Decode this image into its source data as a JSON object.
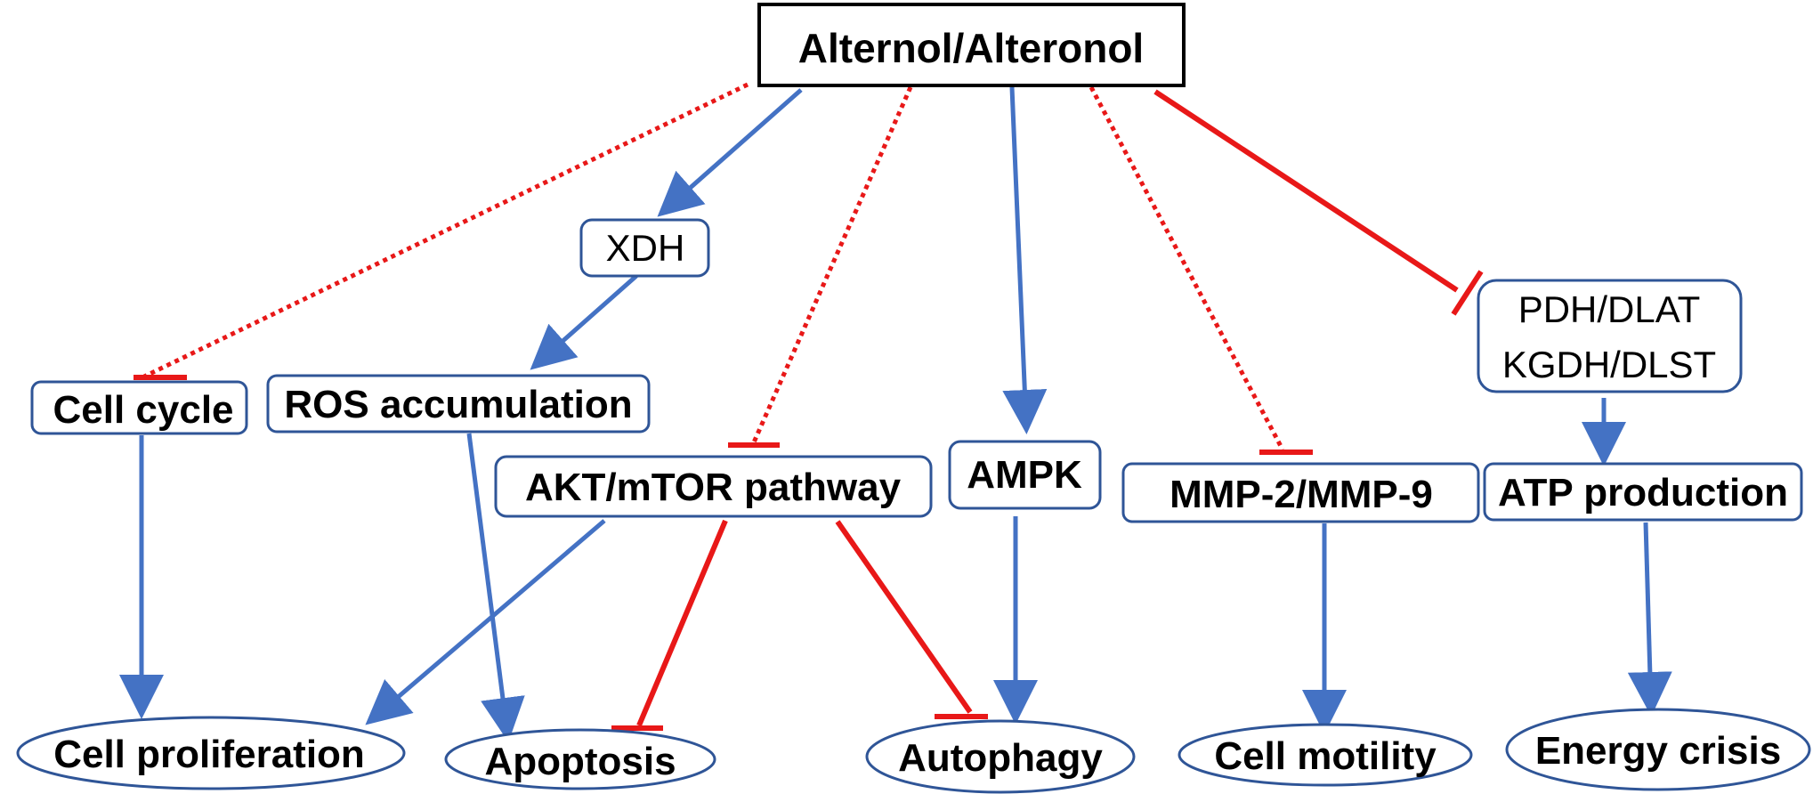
{
  "colors": {
    "activation": "#4472C4",
    "inhibition": "#E81818",
    "box_border": "#2F5597",
    "top_border": "#000000"
  },
  "nodes": {
    "top": "Alternol/Alteronol",
    "xdh": "XDH",
    "cell_cycle": "Cell cycle",
    "ros": "ROS accumulation",
    "akt": "AKT/mTOR pathway",
    "ampk": "AMPK",
    "mmp": "MMP-2/MMP-9",
    "pdh_line1": "PDH/DLAT",
    "pdh_line2": "KGDH/DLST",
    "atp": "ATP production",
    "proliferation": "Cell proliferation",
    "apoptosis": "Apoptosis",
    "autophagy": "Autophagy",
    "motility": "Cell motility",
    "energy": "Energy crisis"
  },
  "edges": [
    {
      "from": "top",
      "to": "cell_cycle",
      "type": "inhibition",
      "style": "dotted"
    },
    {
      "from": "top",
      "to": "xdh",
      "type": "activation",
      "style": "solid"
    },
    {
      "from": "top",
      "to": "akt",
      "type": "inhibition",
      "style": "dotted"
    },
    {
      "from": "top",
      "to": "ampk",
      "type": "activation",
      "style": "solid"
    },
    {
      "from": "top",
      "to": "mmp",
      "type": "inhibition",
      "style": "dotted"
    },
    {
      "from": "top",
      "to": "pdh",
      "type": "inhibition",
      "style": "solid"
    },
    {
      "from": "xdh",
      "to": "ros",
      "type": "activation",
      "style": "solid"
    },
    {
      "from": "cell_cycle",
      "to": "proliferation",
      "type": "activation",
      "style": "solid"
    },
    {
      "from": "ros",
      "to": "apoptosis",
      "type": "activation",
      "style": "solid"
    },
    {
      "from": "akt",
      "to": "proliferation",
      "type": "activation",
      "style": "solid"
    },
    {
      "from": "akt",
      "to": "apoptosis",
      "type": "inhibition",
      "style": "solid"
    },
    {
      "from": "akt",
      "to": "autophagy",
      "type": "inhibition",
      "style": "solid"
    },
    {
      "from": "ampk",
      "to": "autophagy",
      "type": "activation",
      "style": "solid"
    },
    {
      "from": "mmp",
      "to": "motility",
      "type": "activation",
      "style": "solid"
    },
    {
      "from": "pdh",
      "to": "atp",
      "type": "activation",
      "style": "solid"
    },
    {
      "from": "atp",
      "to": "energy",
      "type": "activation",
      "style": "solid"
    }
  ]
}
